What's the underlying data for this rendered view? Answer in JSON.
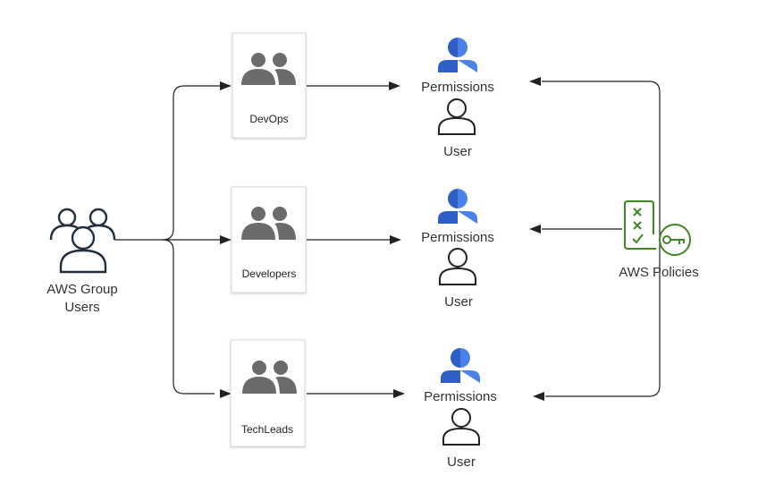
{
  "source": {
    "label_line1": "AWS Group",
    "label_line2": "Users",
    "icon": "users-group-icon"
  },
  "groups": [
    {
      "label": "DevOps",
      "icon": "group-icon"
    },
    {
      "label": "Developers",
      "icon": "group-icon"
    },
    {
      "label": "TechLeads",
      "icon": "group-icon"
    }
  ],
  "permissions": [
    {
      "label": "Permissions",
      "user_label": "User"
    },
    {
      "label": "Permissions",
      "user_label": "User"
    },
    {
      "label": "Permissions",
      "user_label": "User"
    }
  ],
  "policies": {
    "label": "AWS Policies",
    "icon": "policy-checklist-key-icon"
  },
  "colors": {
    "line": "#222222",
    "icon_dark": "#232f3e",
    "group_icon": "#6b6b6b",
    "permission_blue": "#3b6fd6",
    "policy_green": "#3f8624",
    "card_border": "#d8d8d8"
  }
}
